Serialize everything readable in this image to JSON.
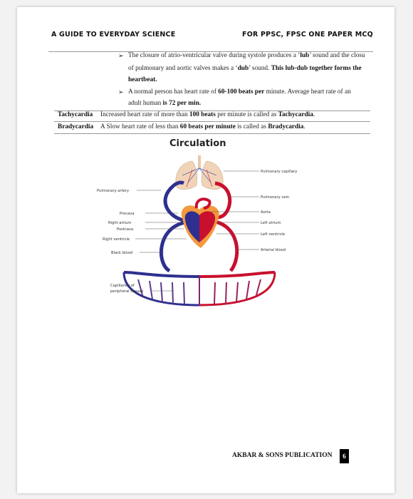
{
  "header": {
    "left": "A GUIDE TO EVERYDAY SCIENCE",
    "right": "FOR PPSC, FPSC ONE PAPER MCQ"
  },
  "bullets": [
    {
      "line1": [
        "The closure of atrio-ventricular valve during systole produces a ‘",
        "lub",
        "’ sound and the closu"
      ],
      "line2": [
        "of pulmonary and aortic valves makes a ‘",
        "dub",
        "’ sound. ",
        "This lub-dub together forms the"
      ],
      "line3": "heartbeat."
    },
    {
      "line1": [
        "A normal person has heart rate of ",
        "60-100 beats per",
        " minute. Average heart rate of an"
      ],
      "line2": [
        "adult human ",
        "is 72 per min."
      ]
    }
  ],
  "terms": [
    {
      "term": "Tachycardia",
      "def": [
        "Increased heart rate of more than ",
        "100 beats",
        " per minute is called as ",
        "Tachycardia",
        "."
      ]
    },
    {
      "term": "Bradycardia",
      "def": [
        "A Slow heart rate of less than ",
        "60 beats per minute",
        " is called as ",
        "Bradycardia",
        "."
      ]
    }
  ],
  "diagram": {
    "title": "Circulation",
    "labels_left": [
      "Pulmonary artery",
      "Precava",
      "Right atrium",
      "Postcava",
      "Right ventricle",
      "Black blood",
      "Capillaries of",
      "peripheral tissues"
    ],
    "labels_right": [
      "Pulmonary capillary",
      "Pulmonary vein",
      "Aorta",
      "Left atrium",
      "Left ventricle",
      "Arterial blood"
    ],
    "colors": {
      "deoxygenated": "#2e2f8f",
      "oxygenated": "#c8102e",
      "lungs": "#f1d4b8",
      "heart_shell": "#f39a3c"
    }
  },
  "footer": {
    "publisher": "AKBAR & SONS PUBLICATION",
    "page": "6"
  }
}
